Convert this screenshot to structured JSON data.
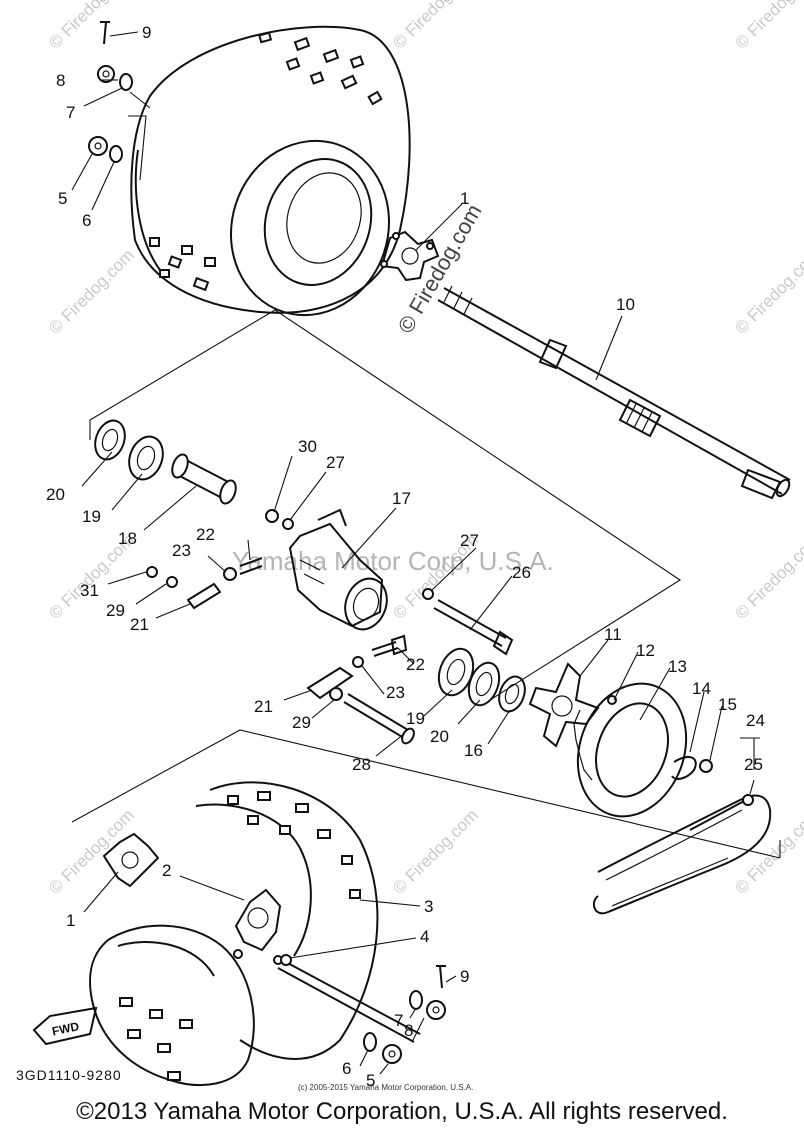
{
  "diagram_code": "3GD1110-9280",
  "forward_badge": "FWD",
  "small_copyright": "(c) 2005-2015 Yamaha Motor Corporation, U.S.A.",
  "footer_copyright": "©2013 Yamaha Motor Corporation, U.S.A. All rights reserved.",
  "watermarks": {
    "site": "© Firedog.com",
    "site_large": "© Firedog.com",
    "corp": "Yamaha Motor Corp, U.S.A."
  },
  "callouts": {
    "c1a": "1",
    "c1b": "1",
    "c2": "2",
    "c3": "3",
    "c4": "4",
    "c5a": "5",
    "c5b": "5",
    "c6a": "6",
    "c6b": "6",
    "c7a": "7",
    "c7b": "7",
    "c8a": "8",
    "c8b": "8",
    "c9a": "9",
    "c9b": "9",
    "c10": "10",
    "c11": "11",
    "c12": "12",
    "c13": "13",
    "c14": "14",
    "c15": "15",
    "c16": "16",
    "c17": "17",
    "c18": "18",
    "c19a": "19",
    "c19b": "19",
    "c20a": "20",
    "c20b": "20",
    "c21a": "21",
    "c21b": "21",
    "c22a": "22",
    "c22b": "22",
    "c23a": "23",
    "c23b": "23",
    "c24": "24",
    "c25": "25",
    "c26": "26",
    "c27a": "27",
    "c27b": "27",
    "c28": "28",
    "c29a": "29",
    "c29b": "29",
    "c30": "30",
    "c31": "31"
  }
}
